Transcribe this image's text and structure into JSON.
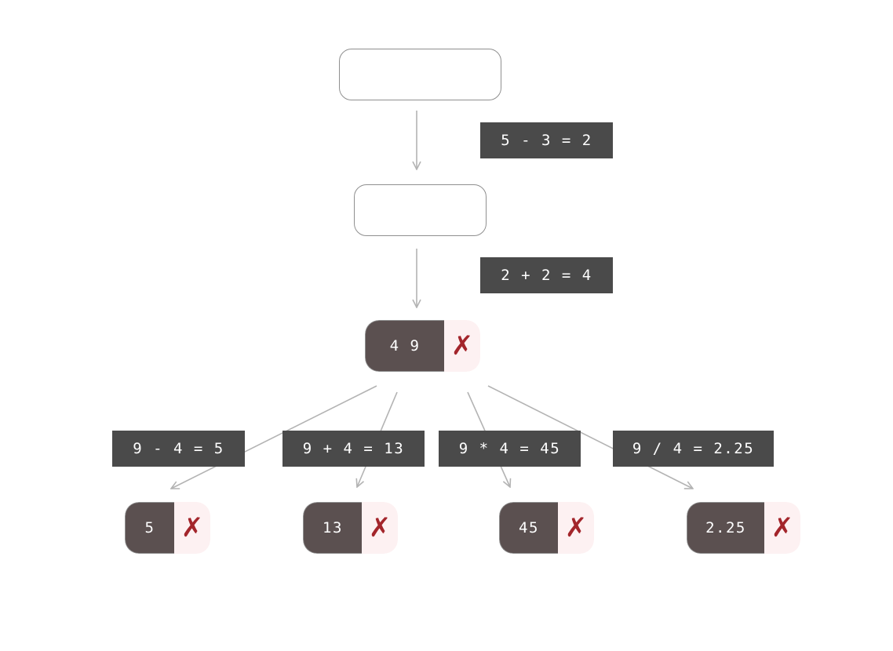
{
  "steps": [
    {
      "label": "5 - 3 = 2"
    },
    {
      "label": "2 + 2 = 4"
    }
  ],
  "state_node": {
    "values": "4 9",
    "mark": "✗"
  },
  "branches": [
    {
      "label": "9 - 4 = 5",
      "result": "5",
      "mark": "✗"
    },
    {
      "label": "9 + 4 = 13",
      "result": "13",
      "mark": "✗"
    },
    {
      "label": "9 * 4 = 45",
      "result": "45",
      "mark": "✗"
    },
    {
      "label": "9 / 4 = 2.25",
      "result": "2.25",
      "mark": "✗"
    }
  ],
  "colors": {
    "arrow": "#b3b3b3",
    "label_bg": "#4a4a4a",
    "node_fill": "#5b5050",
    "mark_bg": "#fdf1f2",
    "mark": "#a3252b"
  }
}
